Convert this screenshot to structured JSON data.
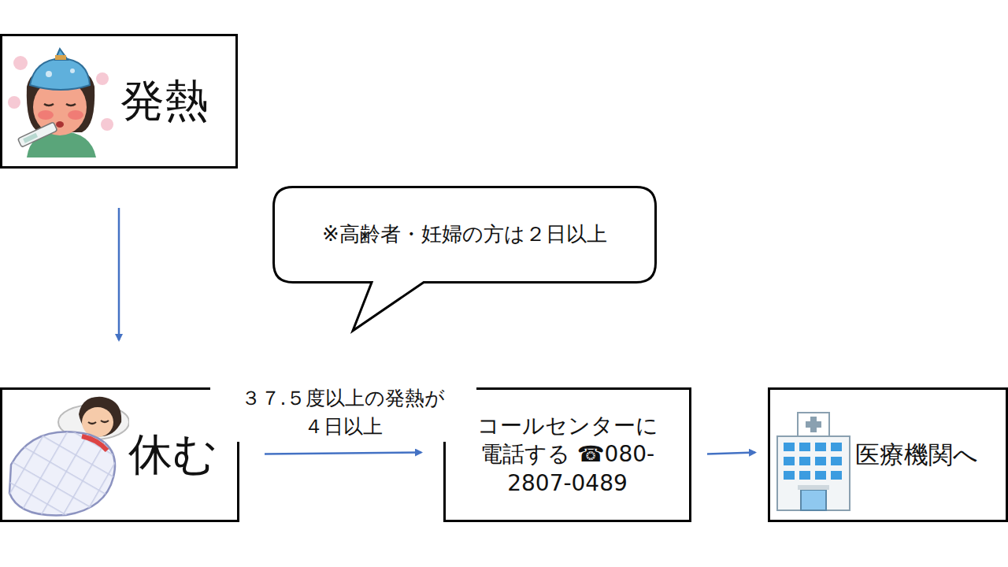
{
  "diagram": {
    "nodes": [
      {
        "text": [
          "発熱"
        ]
      },
      {
        "text": [
          "※高齢者・妊婦の方は２日以上"
        ]
      },
      {
        "text": [
          "休む"
        ]
      },
      {
        "text": [
          "コールセンターに 電話する ☎080-2807-0489"
        ]
      },
      {
        "text": [
          "医療機関へ"
        ]
      }
    ],
    "edges": [
      {
        "from": 0,
        "to": 2,
        "arrow": "to"
      },
      {
        "from": 2,
        "to": 3,
        "arrow": "to",
        "label": "３７.５度以上の発熱が ４日以上"
      },
      {
        "from": 3,
        "to": 4,
        "arrow": "to"
      }
    ]
  }
}
